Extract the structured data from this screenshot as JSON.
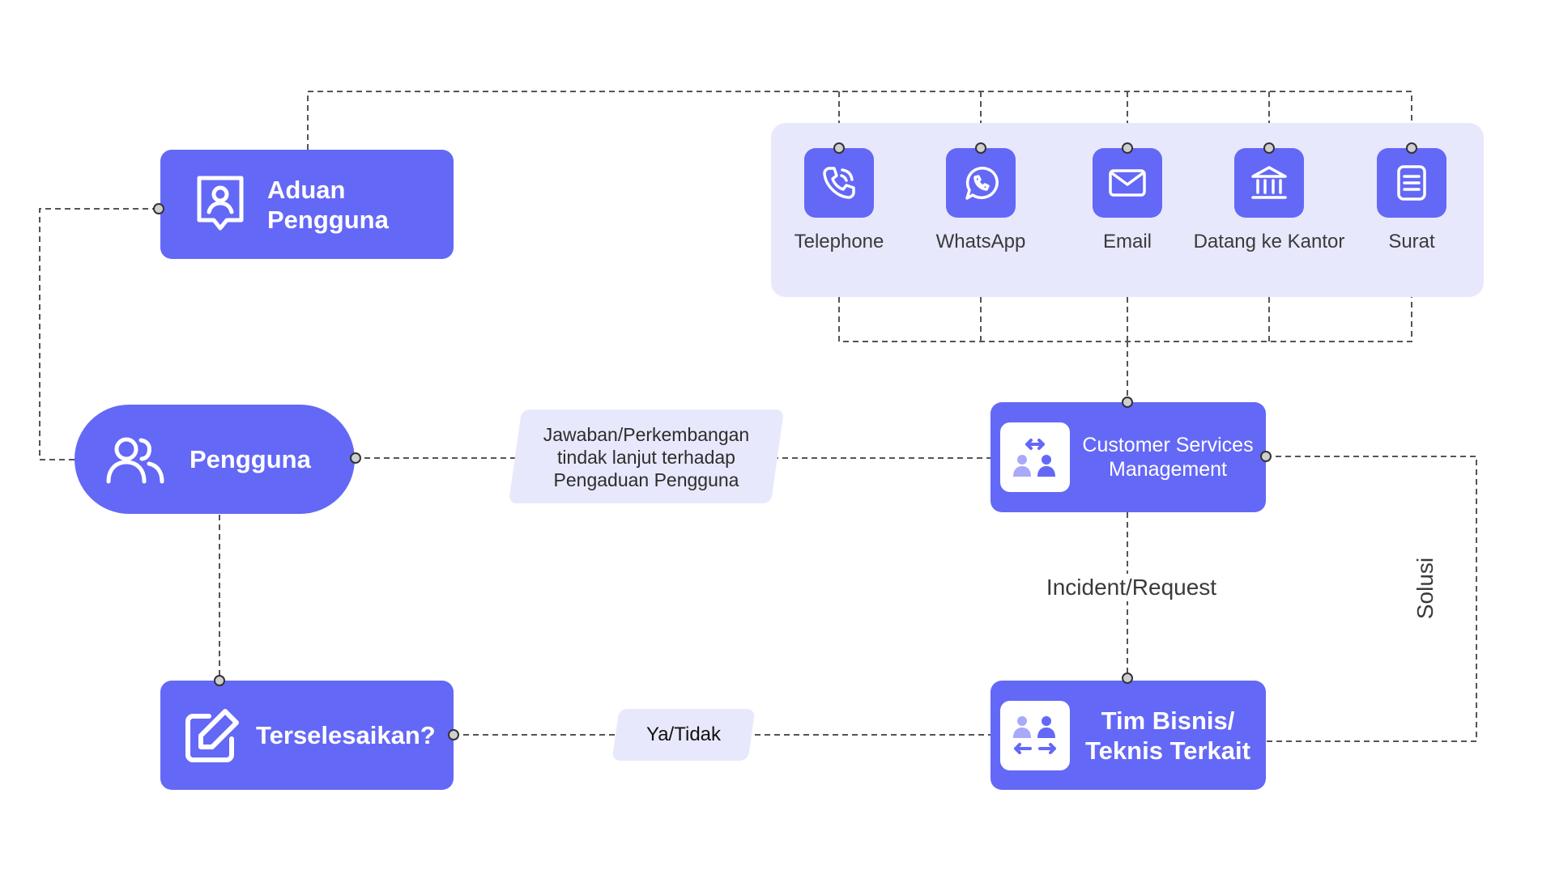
{
  "colors": {
    "accent": "#6468f6",
    "panel": "#e8e8fd",
    "line": "#555555"
  },
  "nodes": {
    "aduan": {
      "label": "Aduan Pengguna",
      "icon": "user-badge-icon"
    },
    "pengguna": {
      "label": "Pengguna",
      "icon": "users-icon"
    },
    "terselesaikan": {
      "label": "Terselesaikan?",
      "icon": "edit-icon"
    },
    "csm": {
      "label": "Customer Services Management",
      "icon": "team-exchange-icon"
    },
    "tim": {
      "label": "Tim Bisnis/ Teknis Terkait",
      "icon": "team-exchange-icon"
    }
  },
  "channels": [
    {
      "label": "Telephone",
      "icon": "phone-icon"
    },
    {
      "label": "WhatsApp",
      "icon": "whatsapp-icon"
    },
    {
      "label": "Email",
      "icon": "mail-icon"
    },
    {
      "label": "Datang ke Kantor",
      "icon": "bank-icon"
    },
    {
      "label": "Surat",
      "icon": "document-icon"
    }
  ],
  "edge_labels": {
    "jawaban": "Jawaban/Perkembangan tindak lanjut terhadap Pengaduan Pengguna",
    "ya_tidak": "Ya/Tidak",
    "incident": "Incident/Request",
    "solusi": "Solusi"
  }
}
